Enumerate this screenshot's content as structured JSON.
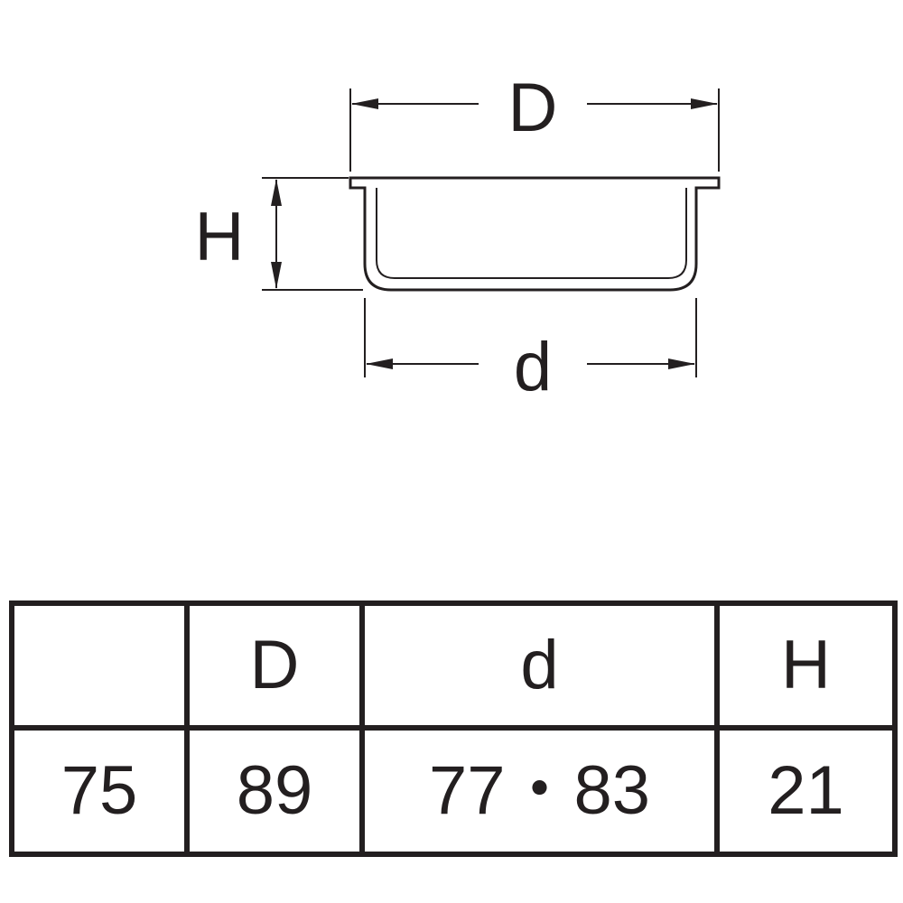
{
  "drawing": {
    "labels": {
      "outer_diameter": "D",
      "height": "H",
      "inner_diameter": "d"
    }
  },
  "table": {
    "headers": [
      "",
      "D",
      "d",
      "H"
    ],
    "row": [
      "75",
      "89",
      "77・83",
      "21"
    ]
  },
  "colors": {
    "line": "#231f20",
    "background": "#ffffff"
  }
}
